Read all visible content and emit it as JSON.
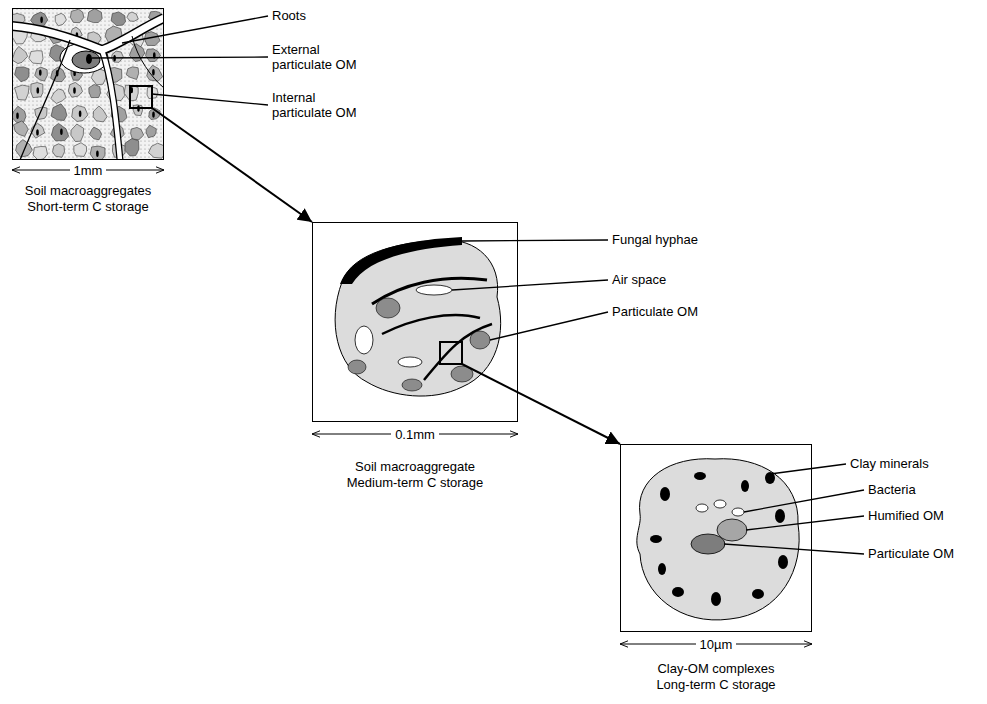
{
  "diagram": {
    "nodes": [
      {
        "text": [
          "Soil macroaggregates",
          "Short-term C storage"
        ]
      },
      {
        "text": [
          "Soil macroaggregate",
          "Medium-term C storage"
        ]
      },
      {
        "text": [
          "Clay-OM complexes",
          "Long-term C storage"
        ]
      }
    ],
    "edges": [
      {
        "from": 0,
        "to": 1,
        "arrow": "to"
      },
      {
        "from": 1,
        "to": 2,
        "arrow": "to"
      }
    ],
    "labels": [
      "Roots",
      "External particulate OM",
      "Internal particulate OM",
      "1mm",
      "Fungal hyphae",
      "Air space",
      "Particulate OM",
      "0.1mm",
      "Clay minerals",
      "Bacteria",
      "Humified OM",
      "Particulate OM",
      "10µm"
    ]
  }
}
